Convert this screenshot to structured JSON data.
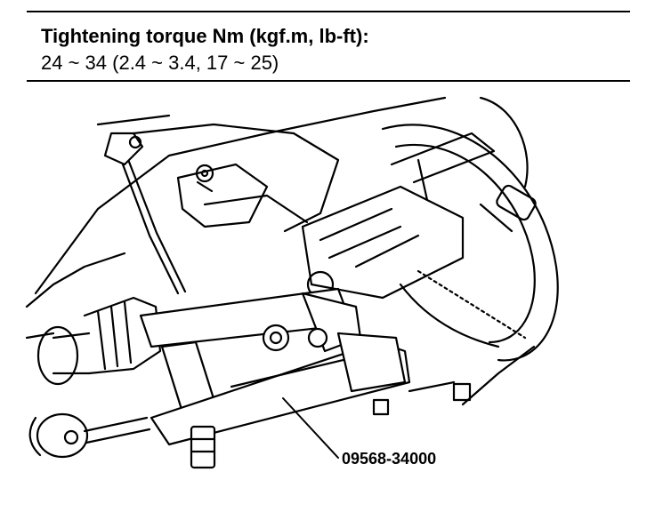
{
  "spec": {
    "label": "Tightening torque Nm (kgf.m, lb-ft):",
    "value": "24 ~ 34 (2.4 ~ 3.4, 17 ~ 25)"
  },
  "callout": {
    "part_number": "09568-34000"
  }
}
